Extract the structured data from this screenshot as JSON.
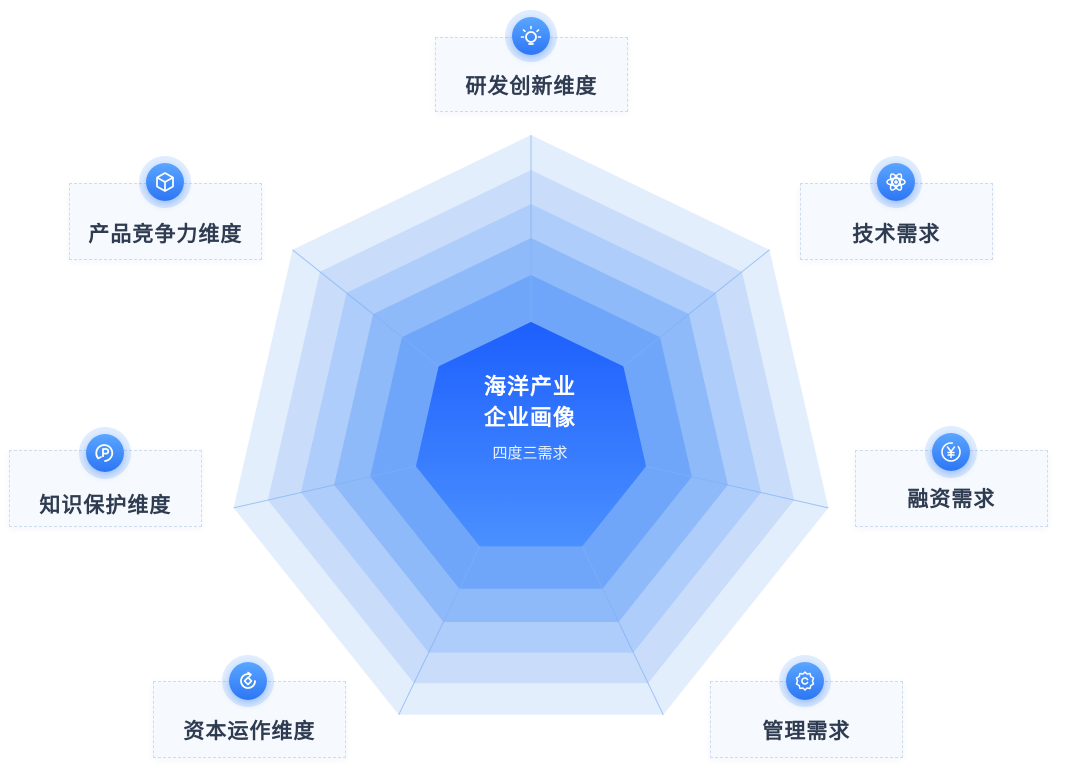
{
  "center": {
    "title_line1": "海洋产业",
    "title_line2": "企业画像",
    "subtitle": "四度三需求"
  },
  "dimensions": [
    {
      "id": "rd",
      "label": "研发创新维度",
      "icon": "bulb-icon"
    },
    {
      "id": "tech",
      "label": "技术需求",
      "icon": "atom-icon"
    },
    {
      "id": "finance",
      "label": "融资需求",
      "icon": "yen-coin-icon"
    },
    {
      "id": "mgmt",
      "label": "管理需求",
      "icon": "gear-icon"
    },
    {
      "id": "capital",
      "label": "资本运作维度",
      "icon": "cycle-icon"
    },
    {
      "id": "ip",
      "label": "知识保护维度",
      "icon": "patent-icon"
    },
    {
      "id": "product",
      "label": "产品竞争力维度",
      "icon": "cube-icon"
    }
  ],
  "colors": {
    "ring1": "#e3eefd",
    "ring2": "#c9ddfb",
    "ring3": "#aecdfb",
    "ring4": "#8fbaf9",
    "ring5": "#6fa6fa",
    "core_top": "#1d5ffd",
    "core_bottom": "#4a90ff",
    "spoke": "#7fb0f5"
  }
}
